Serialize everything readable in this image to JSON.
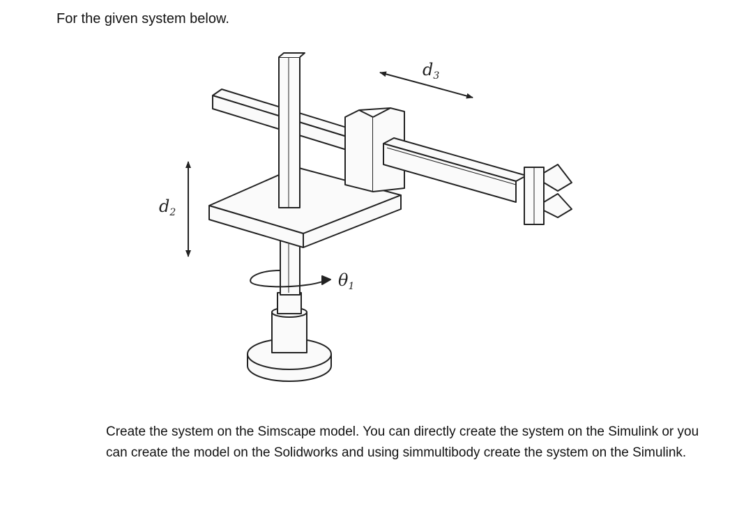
{
  "intro_text": "For the given system below.",
  "figure": {
    "labels": {
      "d3": {
        "symbol": "d",
        "sub": "3"
      },
      "d2": {
        "symbol": "d",
        "sub": "2"
      },
      "theta1": {
        "symbol": "θ",
        "sub": "1"
      }
    }
  },
  "task_text": "Create the system on the Simscape model. You can directly create the system on the Simulink or you can create the model on the Solidworks and using simmultibody create the system on the Simulink."
}
